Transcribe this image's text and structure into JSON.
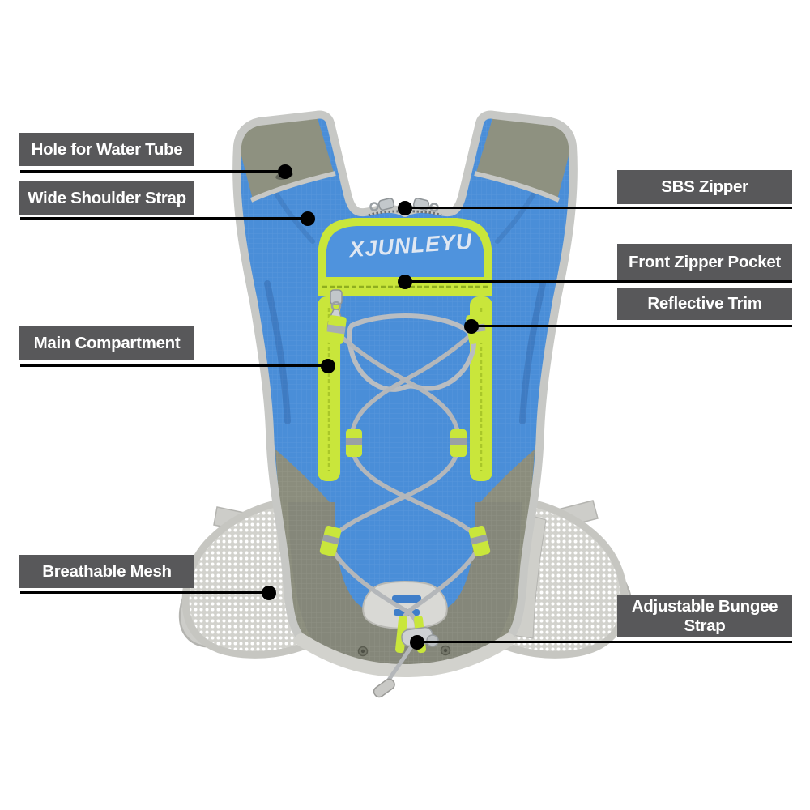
{
  "product": {
    "logo_text": "XJUNLEYU"
  },
  "colors": {
    "fabric_blue": "#4a8ed8",
    "trim_green": "#c9e63b",
    "binding_gray": "#c7c8c5",
    "reflective_olive": "#8e9180",
    "bungee_cord_gray": "#b4b7ba",
    "callout_bg": "#58585a",
    "callout_text": "#ffffff",
    "leader_line": "#000000"
  },
  "callouts": {
    "left": [
      {
        "id": "hole-for-water-tube",
        "label": "Hole for Water Tube"
      },
      {
        "id": "wide-shoulder-strap",
        "label": "Wide Shoulder Strap"
      },
      {
        "id": "main-compartment",
        "label": "Main Compartment"
      },
      {
        "id": "breathable-mesh",
        "label": "Breathable Mesh"
      }
    ],
    "right": [
      {
        "id": "sbs-zipper",
        "label": "SBS Zipper"
      },
      {
        "id": "front-zipper-pocket",
        "label": "Front Zipper Pocket"
      },
      {
        "id": "reflective-trim",
        "label": "Reflective Trim"
      },
      {
        "id": "adjustable-bungee-strap",
        "label": "Adjustable Bungee Strap"
      }
    ]
  }
}
